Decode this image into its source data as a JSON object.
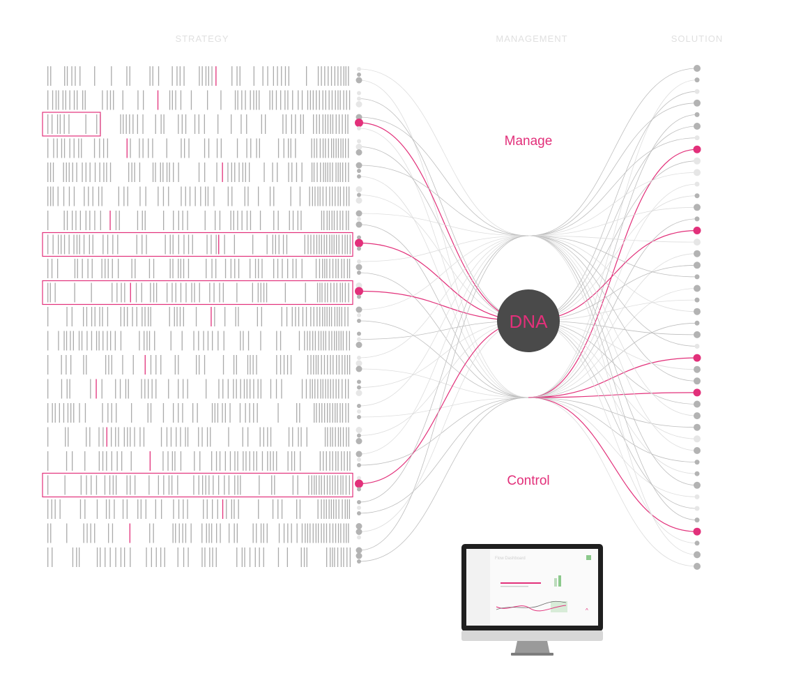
{
  "headers": {
    "strategy": "STRATEGY",
    "management": "MANAGEMENT",
    "solution": "SOLUTION"
  },
  "hub": {
    "label": "DNA",
    "top_label": "Manage",
    "bottom_label": "Control"
  },
  "colors": {
    "accent": "#e2307a",
    "header_text": "#e0e0e0",
    "barcode": "#aaaaaa",
    "hub": "#4a4a4a",
    "dot_dark": "#b3b3b3",
    "dot_light": "#e6e6e6"
  },
  "strategy": {
    "row_count": 21,
    "highlighted_rows": [
      2,
      7,
      9,
      17
    ]
  },
  "solution": {
    "node_count": 44,
    "highlighted_nodes": [
      7,
      14,
      25,
      28,
      40
    ]
  },
  "monitor": {
    "screen_title": "Flow Dashboard"
  }
}
